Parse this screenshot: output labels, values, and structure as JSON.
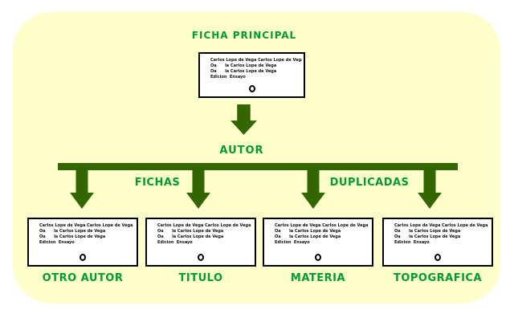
{
  "diagram": {
    "title": "FICHA PRINCIPAL",
    "level1_label": "AUTOR",
    "branch_labels": {
      "left": "FICHAS",
      "right": "DUPLICADAS"
    },
    "bottom_labels": [
      "OTRO AUTOR",
      "TITULO",
      "MATERIA",
      "TOPOGRAFICA"
    ]
  },
  "card_lines": [
    "Carlos Lope de Vega Carlos Lope de Vega",
    "Oa      la Carlos Lope de Vega",
    "Oa      la Carlos Lope de Vega",
    "Edicion  Ensayo"
  ],
  "colors": {
    "page_background": "#ffffff",
    "panel_background": "#ffffcc",
    "label_green": "#009933",
    "arrow_green": "#336600",
    "card_background": "#ffffff",
    "card_border": "#000000"
  }
}
